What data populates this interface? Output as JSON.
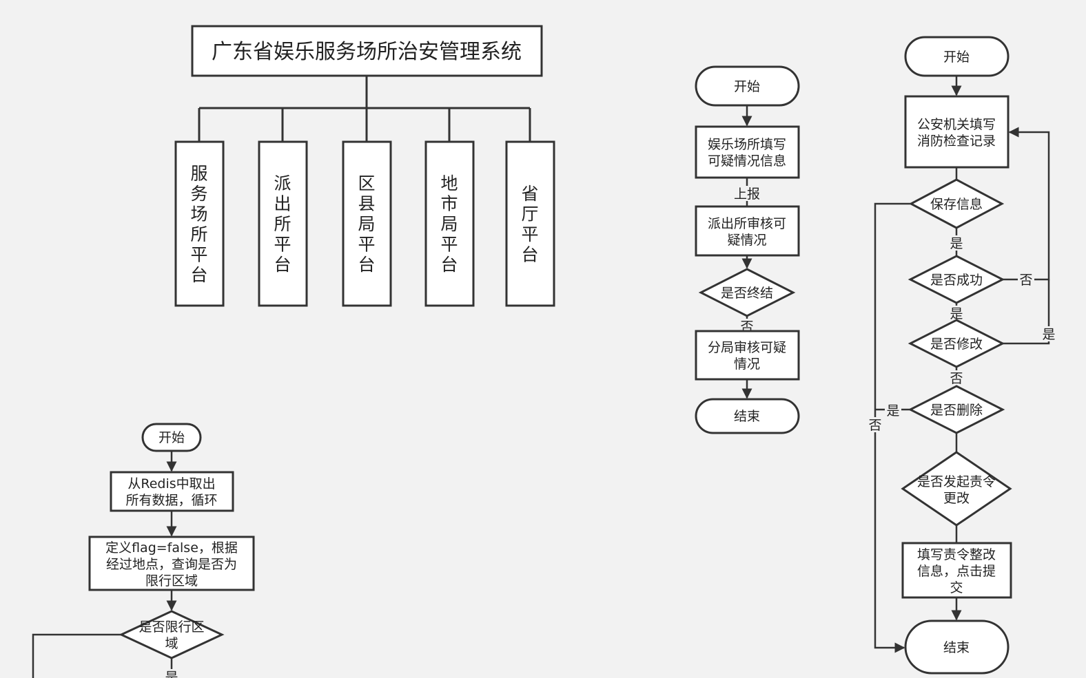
{
  "org_chart": {
    "root": "广东省娱乐服务场所治安管理系统",
    "children": [
      {
        "label": "服务场所平台"
      },
      {
        "label": "派出所平台"
      },
      {
        "label": "区县局平台"
      },
      {
        "label": "地市局平台"
      },
      {
        "label": "省厅平台"
      }
    ]
  },
  "flow_report": {
    "start": "开始",
    "step1": [
      "娱乐场所填写",
      "可疑情况信息"
    ],
    "edge1": "上报",
    "step2": [
      "派出所审核可",
      "疑情况"
    ],
    "decision": "是否终结",
    "edge_no": "否",
    "step3": [
      "分局审核可疑",
      "情况"
    ],
    "end": "结束"
  },
  "flow_inspection": {
    "start": "开始",
    "step1": [
      "公安机关填写",
      "消防检查记录"
    ],
    "d_save": "保存信息",
    "yes1": "是",
    "d_success": "是否成功",
    "no1": "否",
    "yes2": "是",
    "d_modify": "是否修改",
    "yes3": "是",
    "no2": "否",
    "d_delete": "是否删除",
    "yes4": "是",
    "no3": "否",
    "d_order": [
      "是否发起责令",
      "更改"
    ],
    "step2": [
      "填写责令整改",
      "信息，点击提",
      "交"
    ],
    "end": "结束"
  },
  "flow_redis": {
    "start": "开始",
    "step1": [
      "从Redis中取出",
      "所有数据，循环"
    ],
    "step2": [
      "定义flag=false，根据",
      "经过地点，查询是否为",
      "限行区域"
    ],
    "decision": [
      "是否限行区",
      "域"
    ],
    "edge_partial": "是"
  }
}
